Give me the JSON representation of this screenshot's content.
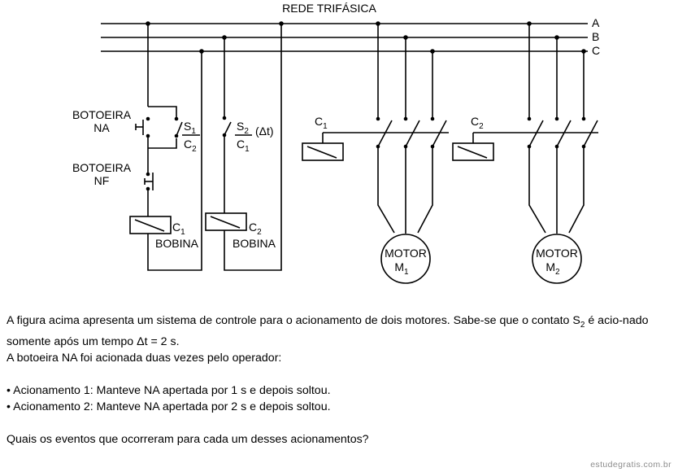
{
  "diagram": {
    "title": "REDE TRIFÁSICA",
    "phases": [
      "A",
      "B",
      "C"
    ],
    "botoeira_na": [
      "BOTOEIRA",
      "NA"
    ],
    "botoeira_nf": [
      "BOTOEIRA",
      "NF"
    ],
    "s1": "S",
    "s1_sub": "1",
    "c2_contact": "C",
    "c2_contact_sub": "2",
    "s2": "S",
    "s2_sub": "2",
    "delta_t": "(Δt)",
    "c1_contact": "C",
    "c1_contact_sub": "1",
    "coil1": "C",
    "coil1_sub": "1",
    "coil1_label": "BOBINA",
    "coil2": "C",
    "coil2_sub": "2",
    "coil2_label": "BOBINA",
    "contactor1": "C",
    "contactor1_sub": "1",
    "contactor2": "C",
    "contactor2_sub": "2",
    "motor1": "MOTOR",
    "motor1_id": "M",
    "motor1_sub": "1",
    "motor2": "MOTOR",
    "motor2_id": "M",
    "motor2_sub": "2"
  },
  "question": {
    "intro_a": "A figura acima apresenta um sistema de controle para o acionamento de dois motores. Sabe-se que o contato S",
    "intro_sub": "2",
    "intro_b": " é acio-nado somente após um tempo Δt = 2 s.",
    "line2": "A botoeira NA foi acionada duas vezes pelo operador:",
    "bullet1": "• Acionamento 1: Manteve NA apertada por 1 s e depois soltou.",
    "bullet2": "• Acionamento 2: Manteve NA apertada por 2 s e depois soltou.",
    "ask": "Quais os eventos que ocorreram para cada um desses acionamentos?"
  },
  "watermark": "estudegratis.com.br"
}
